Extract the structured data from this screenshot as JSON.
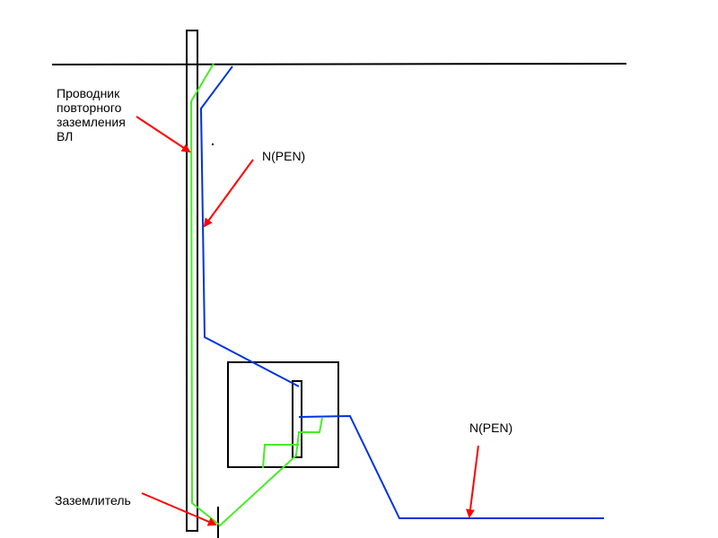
{
  "labels": {
    "conductor": [
      "Проводник",
      "повторного",
      "заземления",
      "ВЛ"
    ],
    "pen_top": "N(PEN)",
    "pen_right": "N(PEN)",
    "ground_electrode": "Заземлитель"
  },
  "colors": {
    "outline": "#000000",
    "pen_wire": "#0033dd",
    "ground_wire": "#44ee22",
    "arrow": "#ff0000",
    "text": "#000000"
  }
}
